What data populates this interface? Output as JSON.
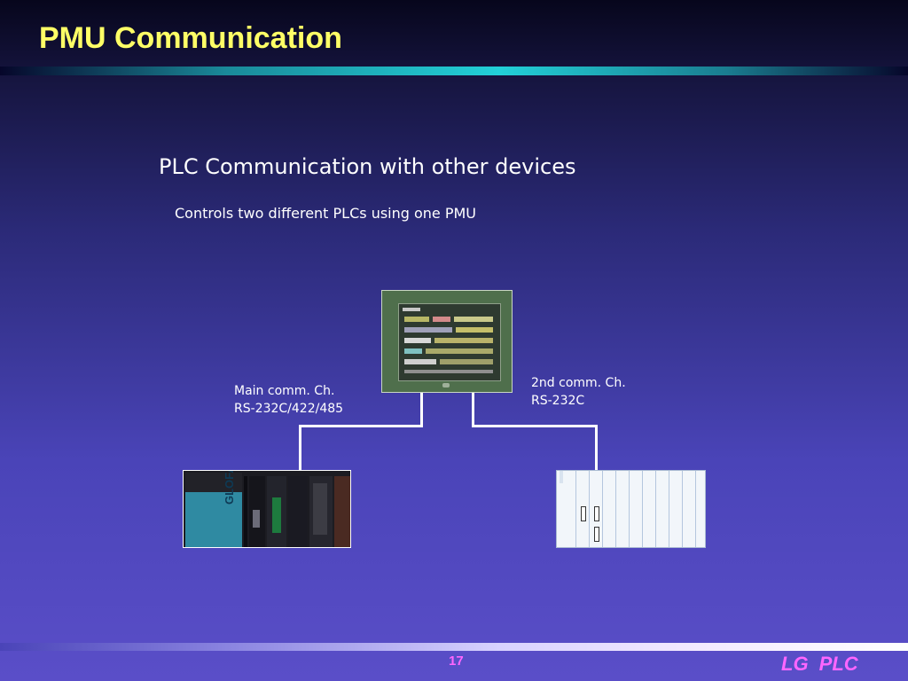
{
  "slide": {
    "title": "PMU Communication",
    "heading": "PLC Communication with other devices",
    "subheading": "Controls two different PLCs using one PMU",
    "main_channel": {
      "line1": "Main comm. Ch.",
      "line2": "RS-232C/422/485"
    },
    "second_channel": {
      "line1": "2nd comm. Ch.",
      "line2": "RS-232C"
    },
    "plc_logo": "GLOFA",
    "page_number": "17",
    "brand": "LG PLC"
  },
  "colors": {
    "title": "#ffff66",
    "footer_text": "#ff66ff",
    "title_bar": "#22d0d8"
  }
}
